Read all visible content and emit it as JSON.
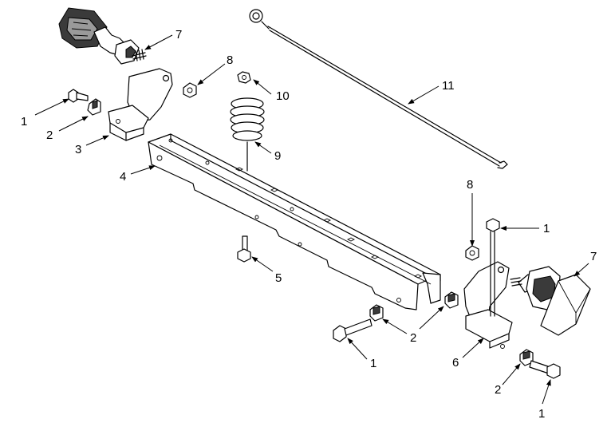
{
  "diagram": {
    "callouts": [
      {
        "id": "c7a",
        "label": "7"
      },
      {
        "id": "c8a",
        "label": "8"
      },
      {
        "id": "c10",
        "label": "10"
      },
      {
        "id": "c11",
        "label": "11"
      },
      {
        "id": "c1a",
        "label": "1"
      },
      {
        "id": "c2a",
        "label": "2"
      },
      {
        "id": "c3",
        "label": "3"
      },
      {
        "id": "c9",
        "label": "9"
      },
      {
        "id": "c4",
        "label": "4"
      },
      {
        "id": "c8b",
        "label": "8"
      },
      {
        "id": "c1b",
        "label": "1"
      },
      {
        "id": "c7b",
        "label": "7"
      },
      {
        "id": "c5",
        "label": "5"
      },
      {
        "id": "c2b",
        "label": "2"
      },
      {
        "id": "c1c",
        "label": "1"
      },
      {
        "id": "c6",
        "label": "6"
      },
      {
        "id": "c2c",
        "label": "2"
      },
      {
        "id": "c1d",
        "label": "1"
      }
    ]
  }
}
